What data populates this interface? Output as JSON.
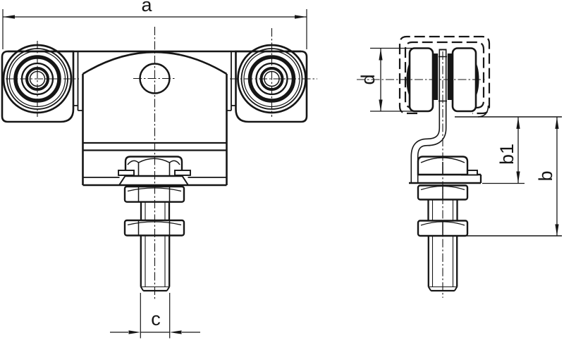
{
  "diagram": {
    "background": "#ffffff",
    "stroke_color": "#161616",
    "dimension_labels": {
      "a": "a",
      "b": "b",
      "b1": "b1",
      "c": "c",
      "d": "d"
    }
  }
}
